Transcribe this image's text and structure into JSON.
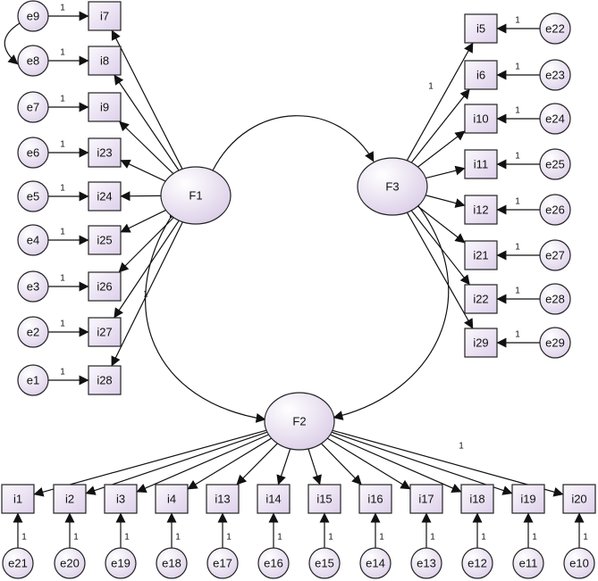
{
  "colors": {
    "fill": "#ece4f4",
    "stroke": "#222222"
  },
  "latent": [
    {
      "id": "F1",
      "label": "F1"
    },
    {
      "id": "F2",
      "label": "F2"
    },
    {
      "id": "F3",
      "label": "F3"
    }
  ],
  "f1_items": [
    {
      "item": "i7",
      "error": "e9",
      "weight": "1"
    },
    {
      "item": "i8",
      "error": "e8",
      "weight": "1"
    },
    {
      "item": "i9",
      "error": "e7",
      "weight": "1"
    },
    {
      "item": "i23",
      "error": "e6",
      "weight": "1"
    },
    {
      "item": "i24",
      "error": "e5",
      "weight": "1"
    },
    {
      "item": "i25",
      "error": "e4",
      "weight": "1"
    },
    {
      "item": "i26",
      "error": "e3",
      "weight": "1"
    },
    {
      "item": "i27",
      "error": "e2",
      "weight": "1"
    },
    {
      "item": "i28",
      "error": "e1",
      "weight": "1"
    }
  ],
  "f3_items": [
    {
      "item": "i5",
      "error": "e22",
      "weight": "1"
    },
    {
      "item": "i6",
      "error": "e23",
      "weight": "1"
    },
    {
      "item": "i10",
      "error": "e24",
      "weight": "1"
    },
    {
      "item": "i11",
      "error": "e25",
      "weight": "1"
    },
    {
      "item": "i12",
      "error": "e26",
      "weight": "1"
    },
    {
      "item": "i21",
      "error": "e27",
      "weight": "1"
    },
    {
      "item": "i22",
      "error": "e28",
      "weight": "1"
    },
    {
      "item": "i29",
      "error": "e29",
      "weight": "1"
    }
  ],
  "f2_items": [
    {
      "item": "i1",
      "error": "e21",
      "weight": "1"
    },
    {
      "item": "i2",
      "error": "e20",
      "weight": "1"
    },
    {
      "item": "i3",
      "error": "e19",
      "weight": "1"
    },
    {
      "item": "i4",
      "error": "e18",
      "weight": "1"
    },
    {
      "item": "i13",
      "error": "e17",
      "weight": "1"
    },
    {
      "item": "i14",
      "error": "e16",
      "weight": "1"
    },
    {
      "item": "i15",
      "error": "e15",
      "weight": "1"
    },
    {
      "item": "i16",
      "error": "e14",
      "weight": "1"
    },
    {
      "item": "i17",
      "error": "e13",
      "weight": "1"
    },
    {
      "item": "i18",
      "error": "e12",
      "weight": "1"
    },
    {
      "item": "i19",
      "error": "e11",
      "weight": "1"
    },
    {
      "item": "i20",
      "error": "e10",
      "weight": "1"
    }
  ],
  "fixed_loadings": [
    {
      "factor": "F1",
      "item": "i28",
      "weight": "1"
    },
    {
      "factor": "F3",
      "item": "i6",
      "weight": "1"
    },
    {
      "factor": "F2",
      "item": "i20",
      "weight": "1"
    }
  ],
  "covariances": [
    {
      "from": "F1",
      "to": "F3"
    },
    {
      "from": "F1",
      "to": "F2"
    },
    {
      "from": "F3",
      "to": "F2"
    },
    {
      "from": "e9",
      "to": "e8"
    }
  ]
}
